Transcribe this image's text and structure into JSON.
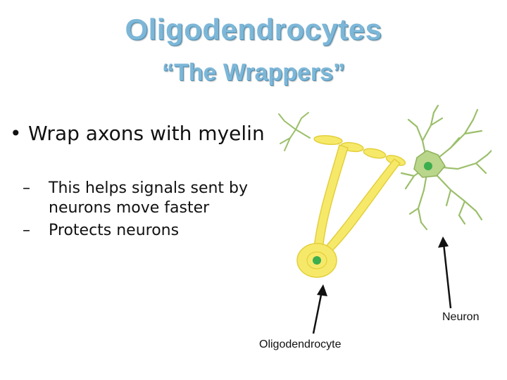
{
  "title": "Oligodendrocytes",
  "subtitle": "“The Wrappers”",
  "bullet_main": "Wrap axons with myelin",
  "bullet_symbol": "•",
  "dash_symbol": "–",
  "sub_bullets": [
    "This helps signals sent by neurons move faster",
    "Protects neurons"
  ],
  "diagram": {
    "neuron_label": "Neuron",
    "oligodendrocyte_label": "Oligodendrocyte"
  },
  "colors": {
    "title": "#7db7d8",
    "myelin": "#f6e96a",
    "myelin_outline": "#e3cf3c",
    "dendrite": "#9bbf6a",
    "nucleus": "#3cae4f"
  }
}
